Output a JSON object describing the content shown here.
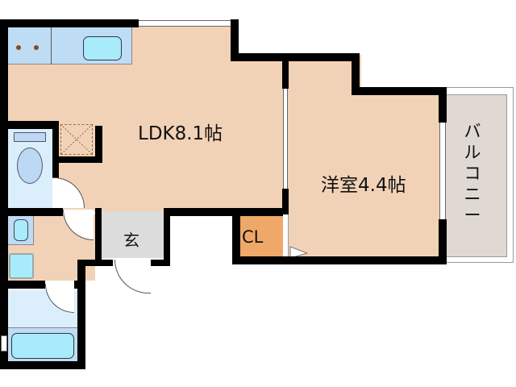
{
  "floorplan": {
    "rooms": {
      "ldk": {
        "label": "LDK8.1帖"
      },
      "western": {
        "label": "洋室4.4帖"
      },
      "balcony": {
        "label": "バルコニー"
      },
      "entrance": {
        "label": "玄"
      },
      "closet": {
        "label": "CL"
      }
    },
    "colors": {
      "floor": "#f2d2b6",
      "wall": "#000000",
      "wet_area": "#bfdcf5",
      "fixture": "#a8ecfb",
      "entrance": "#dcdcdc",
      "closet": "#f0a868",
      "balcony": "#e0d8d2"
    }
  }
}
